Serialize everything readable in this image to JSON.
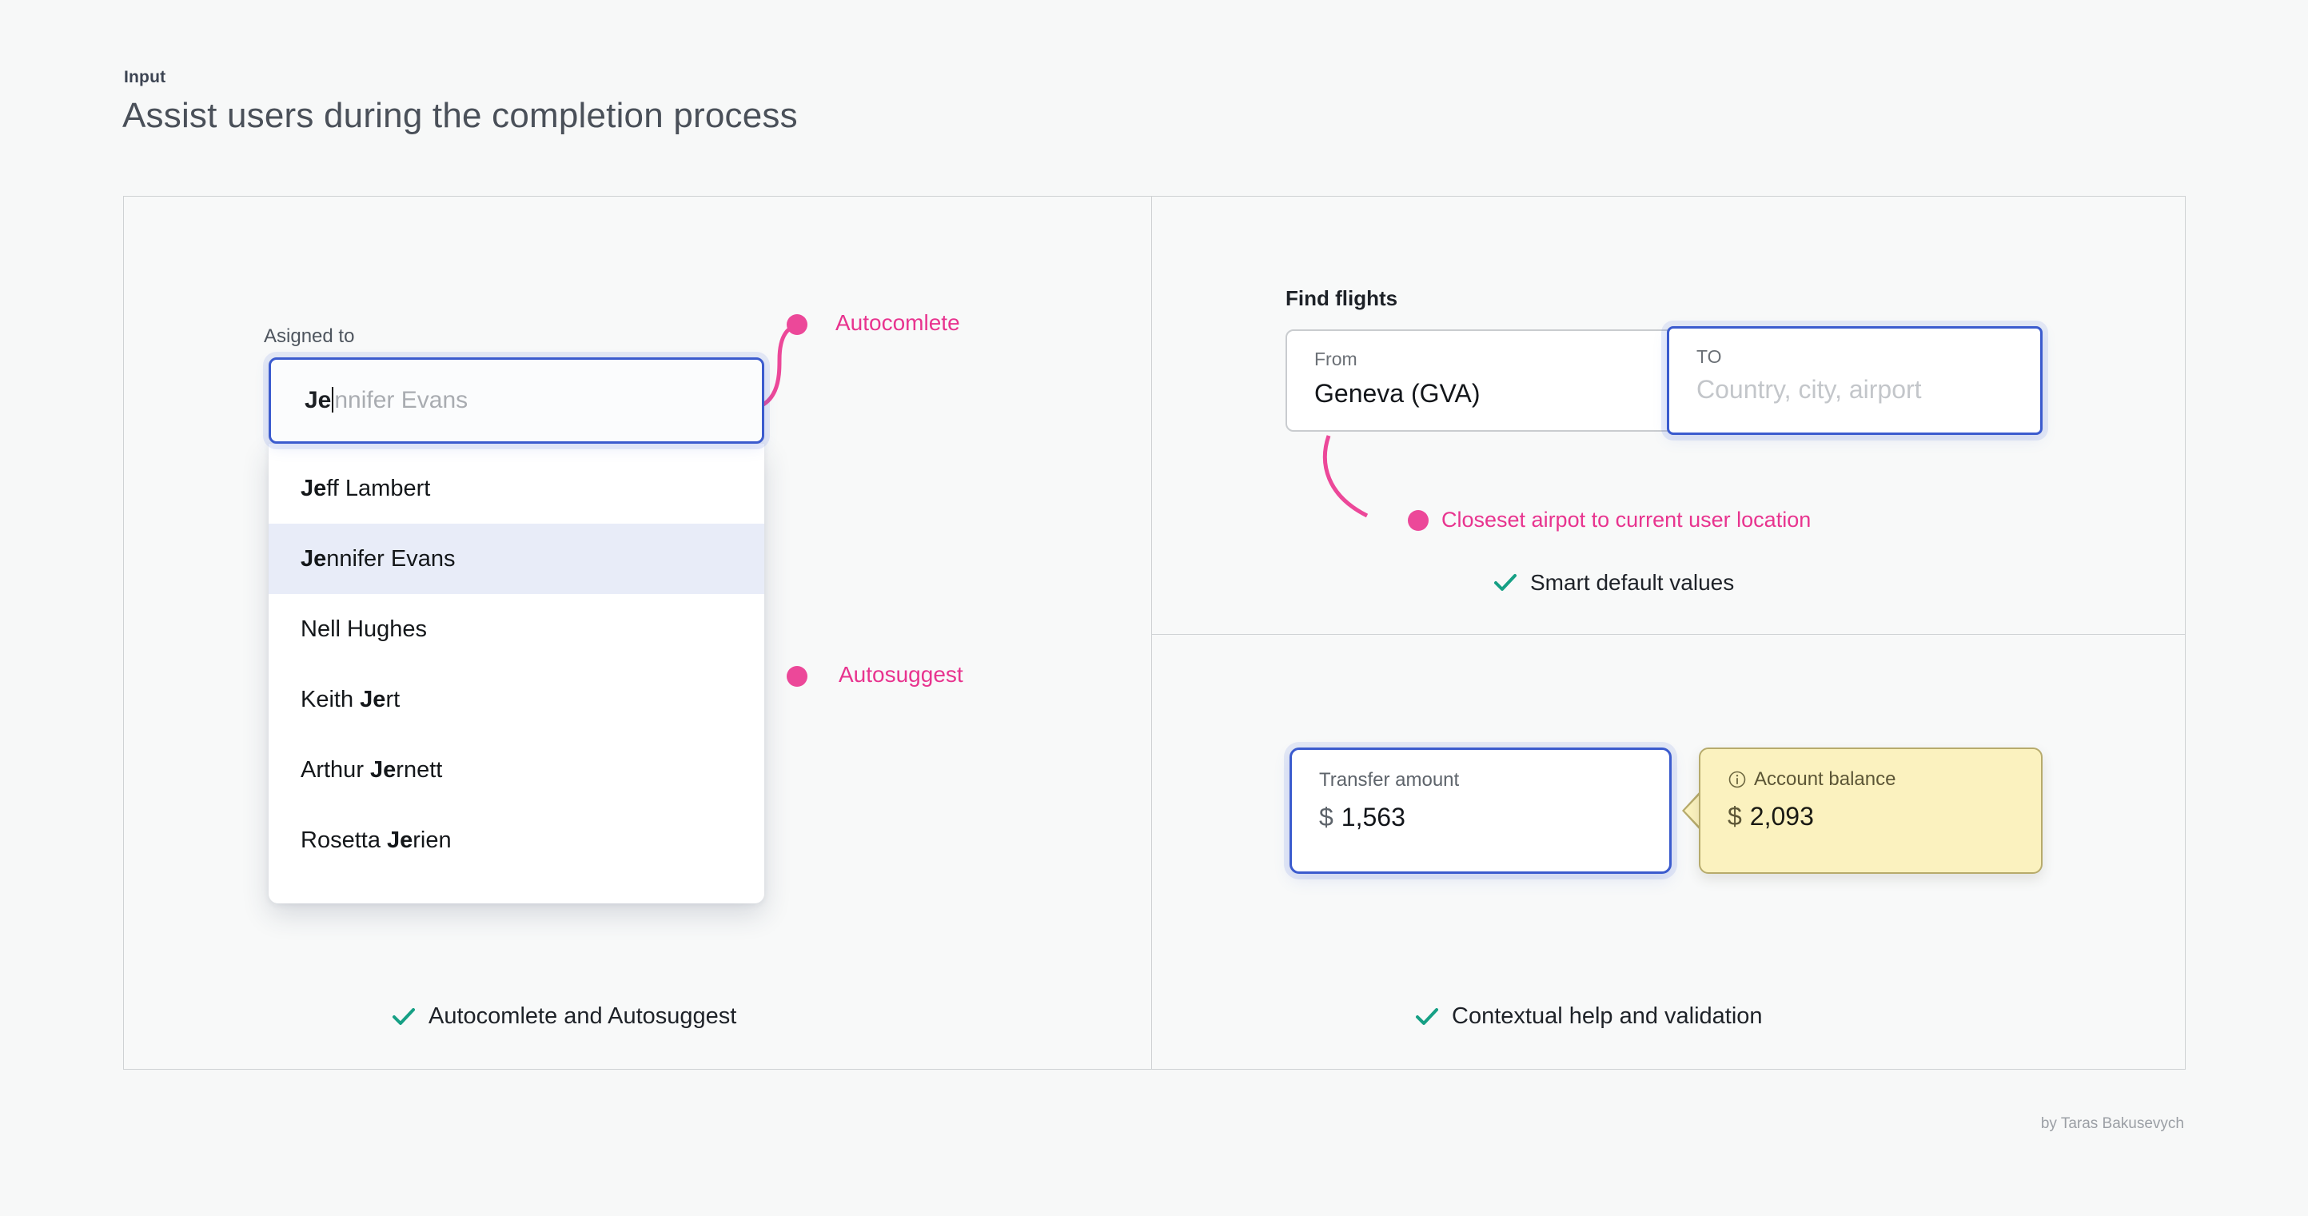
{
  "header": {
    "eyebrow": "Input",
    "title": "Assist users during the completion process"
  },
  "colors": {
    "accent_pink": "#e8348f",
    "focus_blue": "#3b5bce",
    "check_teal": "#16a085",
    "tooltip_yellow": "#fbf2bf",
    "tooltip_border": "#b7ab6c",
    "panel_border": "#cfd2d4",
    "page_bg": "#f7f8f8"
  },
  "left_panel": {
    "field_label": "Asigned to",
    "input": {
      "typed": "Je",
      "completion": "nnifer Evans"
    },
    "suggestions": [
      {
        "bold": "Je",
        "rest": "ff Lambert",
        "prefix": "",
        "selected": false
      },
      {
        "bold": "Je",
        "rest": "nnifer Evans",
        "prefix": "",
        "selected": true
      },
      {
        "bold": "",
        "rest": "Nell Hughes",
        "prefix": "",
        "selected": false
      },
      {
        "bold": "Je",
        "rest": "rt",
        "prefix": "Keith ",
        "selected": false
      },
      {
        "bold": "Je",
        "rest": "rnett",
        "prefix": "Arthur ",
        "selected": false
      },
      {
        "bold": "Je",
        "rest": "rien",
        "prefix": "Rosetta ",
        "selected": false
      }
    ],
    "annotations": {
      "autocomplete": "Autocomlete",
      "autosuggest": "Autosuggest"
    },
    "caption": "Autocomlete and Autosuggest"
  },
  "right_top_panel": {
    "title": "Find flights",
    "from_field": {
      "label": "From",
      "value": "Geneva (GVA)"
    },
    "to_field": {
      "label": "TO",
      "placeholder": "Country, city, airport"
    },
    "annotation": "Closeset airpot to current user location",
    "caption": "Smart default values"
  },
  "right_bottom_panel": {
    "transfer_card": {
      "label": "Transfer amount",
      "currency": "$",
      "amount": "1,563"
    },
    "balance_tooltip": {
      "icon": "info-icon",
      "label": "Account balance",
      "currency": "$",
      "amount": "2,093"
    },
    "caption": "Contextual help and validation"
  },
  "footer": {
    "byline": "by Taras Bakusevych"
  }
}
